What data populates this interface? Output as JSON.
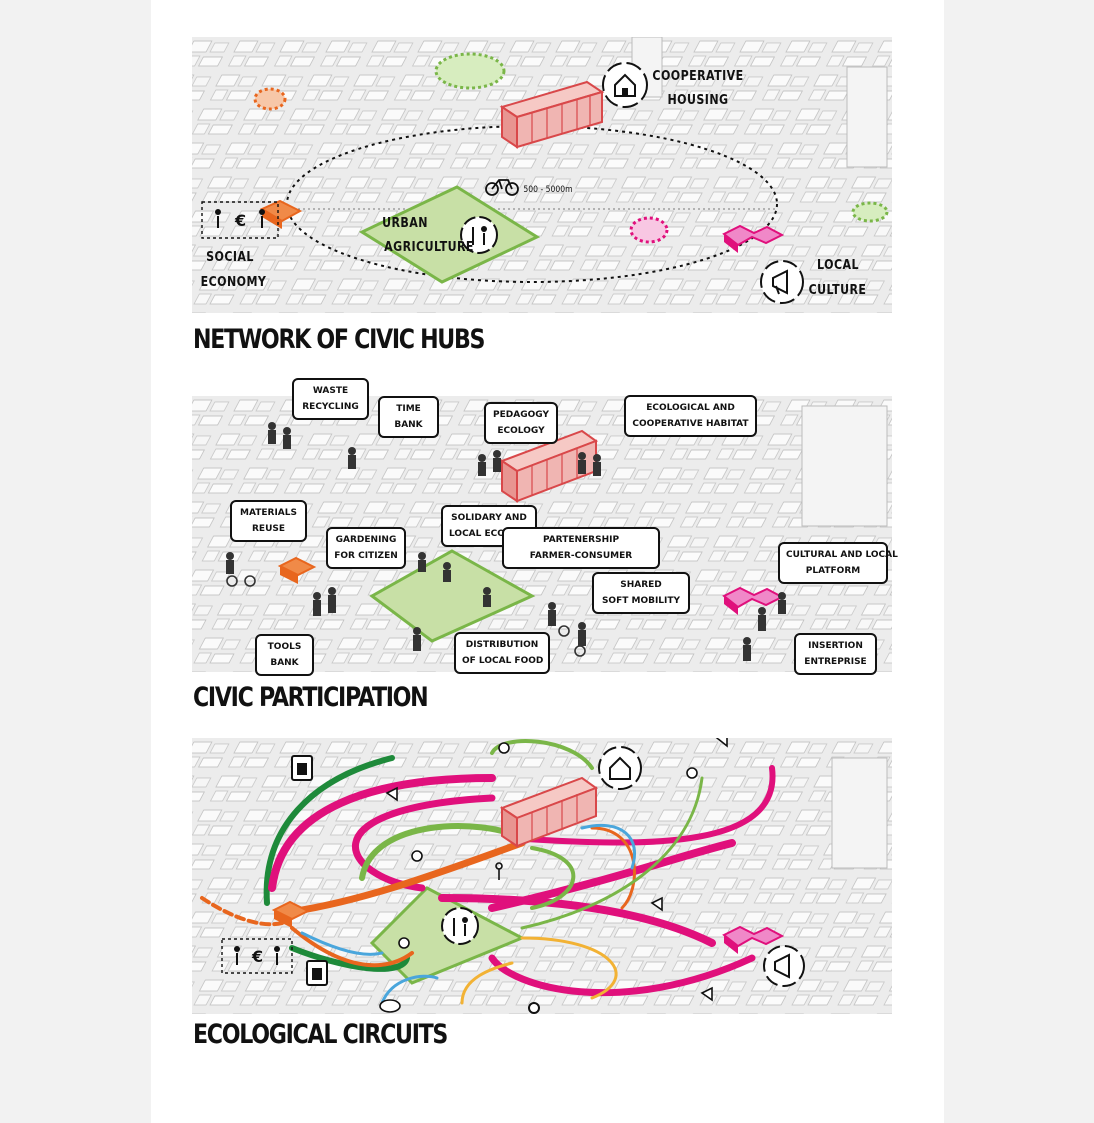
{
  "colors": {
    "green": "#7ab648",
    "green_fill": "#c8e0a6",
    "dark_green": "#1e8a3a",
    "orange": "#e8661e",
    "red": "#d9484a",
    "red_fill": "#f0b5b2",
    "magenta": "#e0107c",
    "pink": "#f088c8",
    "blue": "#4aa6dc",
    "yellow": "#f2b234"
  },
  "panel1": {
    "title": "NETWORK OF CIVIC HUBS",
    "labels": {
      "cooperative": "COOPERATIVE",
      "housing": "HOUSING",
      "urban": "URBAN",
      "agriculture": "AGRICULTURE",
      "social": "SOCIAL",
      "economy": "ECONOMY",
      "local": "LOCAL",
      "culture": "CULTURE",
      "distance": "500 - 5000m"
    }
  },
  "panel2": {
    "title": "CIVIC PARTICIPATION",
    "bubbles": [
      {
        "line1": "WASTE",
        "line2": "RECYCLING"
      },
      {
        "line1": "TIME",
        "line2": "BANK"
      },
      {
        "line1": "PEDAGOGY",
        "line2": "ECOLOGY"
      },
      {
        "line1": "ECOLOGICAL AND",
        "line2": "COOPERATIVE HABITAT"
      },
      {
        "line1": "MATERIALS",
        "line2": "REUSE"
      },
      {
        "line1": "GARDENING",
        "line2": "FOR CITIZEN"
      },
      {
        "line1": "SOLIDARY AND",
        "line2": "LOCAL ECONOMY"
      },
      {
        "line1": "PARTENERSHIP",
        "line2": "FARMER-CONSUMER"
      },
      {
        "line1": "CULTURAL AND LOCAL",
        "line2": "PLATFORM"
      },
      {
        "line1": "SHARED",
        "line2": "SOFT MOBILITY"
      },
      {
        "line1": "TOOLS",
        "line2": "BANK"
      },
      {
        "line1": "DISTRIBUTION",
        "line2": "OF LOCAL FOOD"
      },
      {
        "line1": "INSERTION",
        "line2": "ENTREPRISE"
      }
    ]
  },
  "panel3": {
    "title": "ECOLOGICAL CIRCUITS"
  },
  "icons": {
    "house": "house-icon",
    "bike": "bicycle-icon",
    "megaphone": "megaphone-icon",
    "carrot": "carrot-icon",
    "trash": "trash-icon",
    "sun": "sun-icon",
    "cloud": "rain-cloud-icon",
    "euro": "€"
  }
}
